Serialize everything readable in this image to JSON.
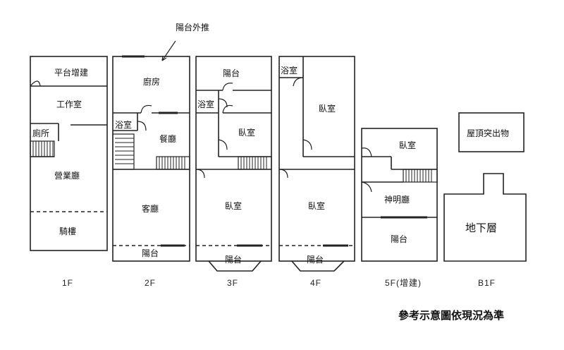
{
  "annotation": "陽台外推",
  "note": "參考示意圖依現況為準",
  "floors": [
    {
      "name": "1F",
      "rooms": {
        "rooftop": "平台增建",
        "workroom": "工作室",
        "toilet": "廁所",
        "business": "營業廳",
        "arcade": "騎樓"
      }
    },
    {
      "name": "2F",
      "rooms": {
        "kitchen": "廚房",
        "bath": "浴室",
        "dining": "餐廳",
        "living": "客廳",
        "balcony": "陽台"
      }
    },
    {
      "name": "3F",
      "rooms": {
        "balcony_top": "陽台",
        "bath": "浴室",
        "bedroom_small": "臥室",
        "bedroom": "臥室",
        "balcony": "陽台"
      }
    },
    {
      "name": "4F",
      "rooms": {
        "bath": "浴室",
        "bedroom_top": "臥室",
        "bedroom": "臥室",
        "balcony": "陽台"
      }
    },
    {
      "name": "5F(增建)",
      "rooms": {
        "bedroom": "臥室",
        "shrine": "神明廳",
        "balcony": "陽台"
      }
    },
    {
      "name": "B1F",
      "rooms": {
        "roof_structure": "屋頂突出物",
        "basement": "地下層"
      }
    }
  ]
}
